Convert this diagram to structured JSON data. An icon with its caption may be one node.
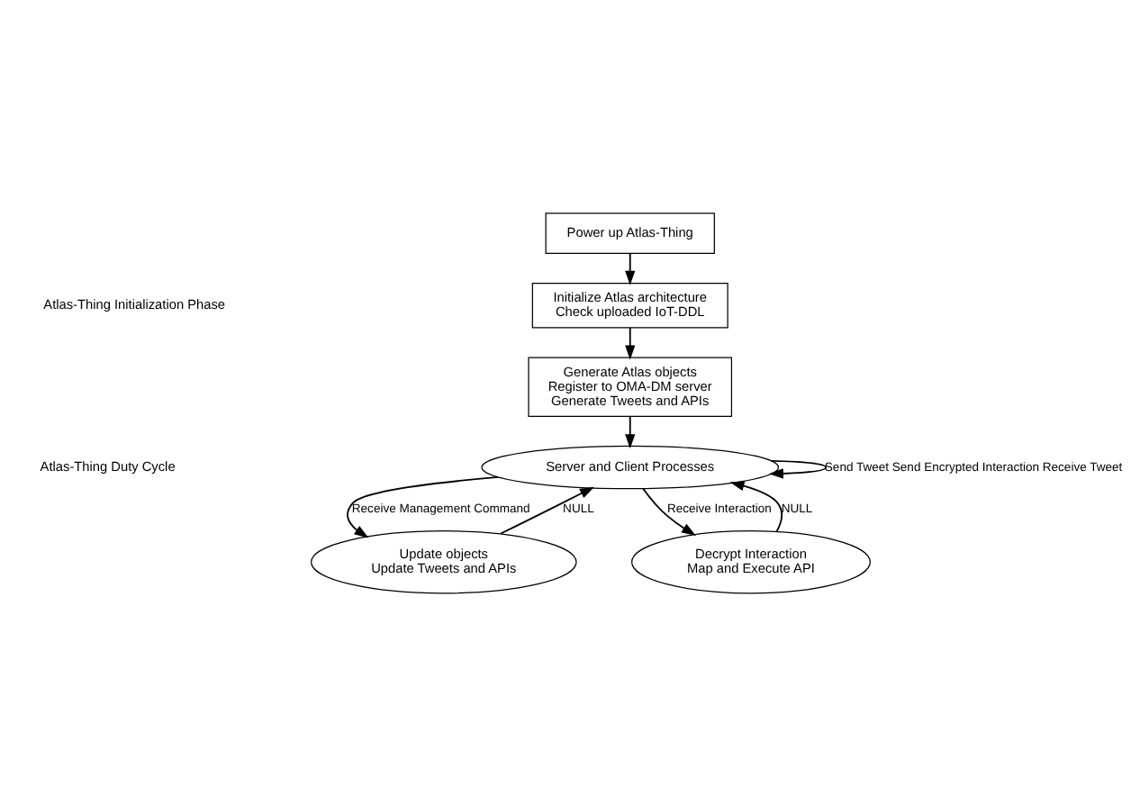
{
  "diagram": {
    "nodes": [
      {
        "text": [
          "Power up Atlas-Thing"
        ]
      },
      {
        "text": [
          "Initialize Atlas architecture",
          "Check uploaded IoT-DDL"
        ]
      },
      {
        "text": [
          "Generate Atlas objects",
          "Register to OMA-DM server",
          "Generate Tweets and APIs"
        ]
      },
      {
        "text": [
          "Server and Client Processes"
        ]
      },
      {
        "text": [
          "Update objects",
          "Update Tweets and APIs"
        ]
      },
      {
        "text": [
          "Decrypt Interaction",
          "Map and Execute API"
        ]
      }
    ],
    "edges": [
      {
        "from": 0,
        "to": 1,
        "arrow": "to"
      },
      {
        "from": 1,
        "to": 2,
        "arrow": "to"
      },
      {
        "from": 2,
        "to": 3,
        "arrow": "to"
      },
      {
        "from": 3,
        "to": 3,
        "arrow": "to",
        "label": "Send Tweet Send Encrypted Interaction Receive Tweet"
      },
      {
        "from": 3,
        "to": 4,
        "arrow": "to",
        "label": "Receive Management Command"
      },
      {
        "from": 4,
        "to": 3,
        "arrow": "to",
        "label": "NULL"
      },
      {
        "from": 3,
        "to": 5,
        "arrow": "to",
        "label": "Receive Interaction"
      },
      {
        "from": 5,
        "to": 3,
        "arrow": "to",
        "label": "NULL"
      }
    ],
    "labels": [
      "Atlas-Thing Initialization Phase",
      "Atlas-Thing Duty Cycle"
    ]
  }
}
